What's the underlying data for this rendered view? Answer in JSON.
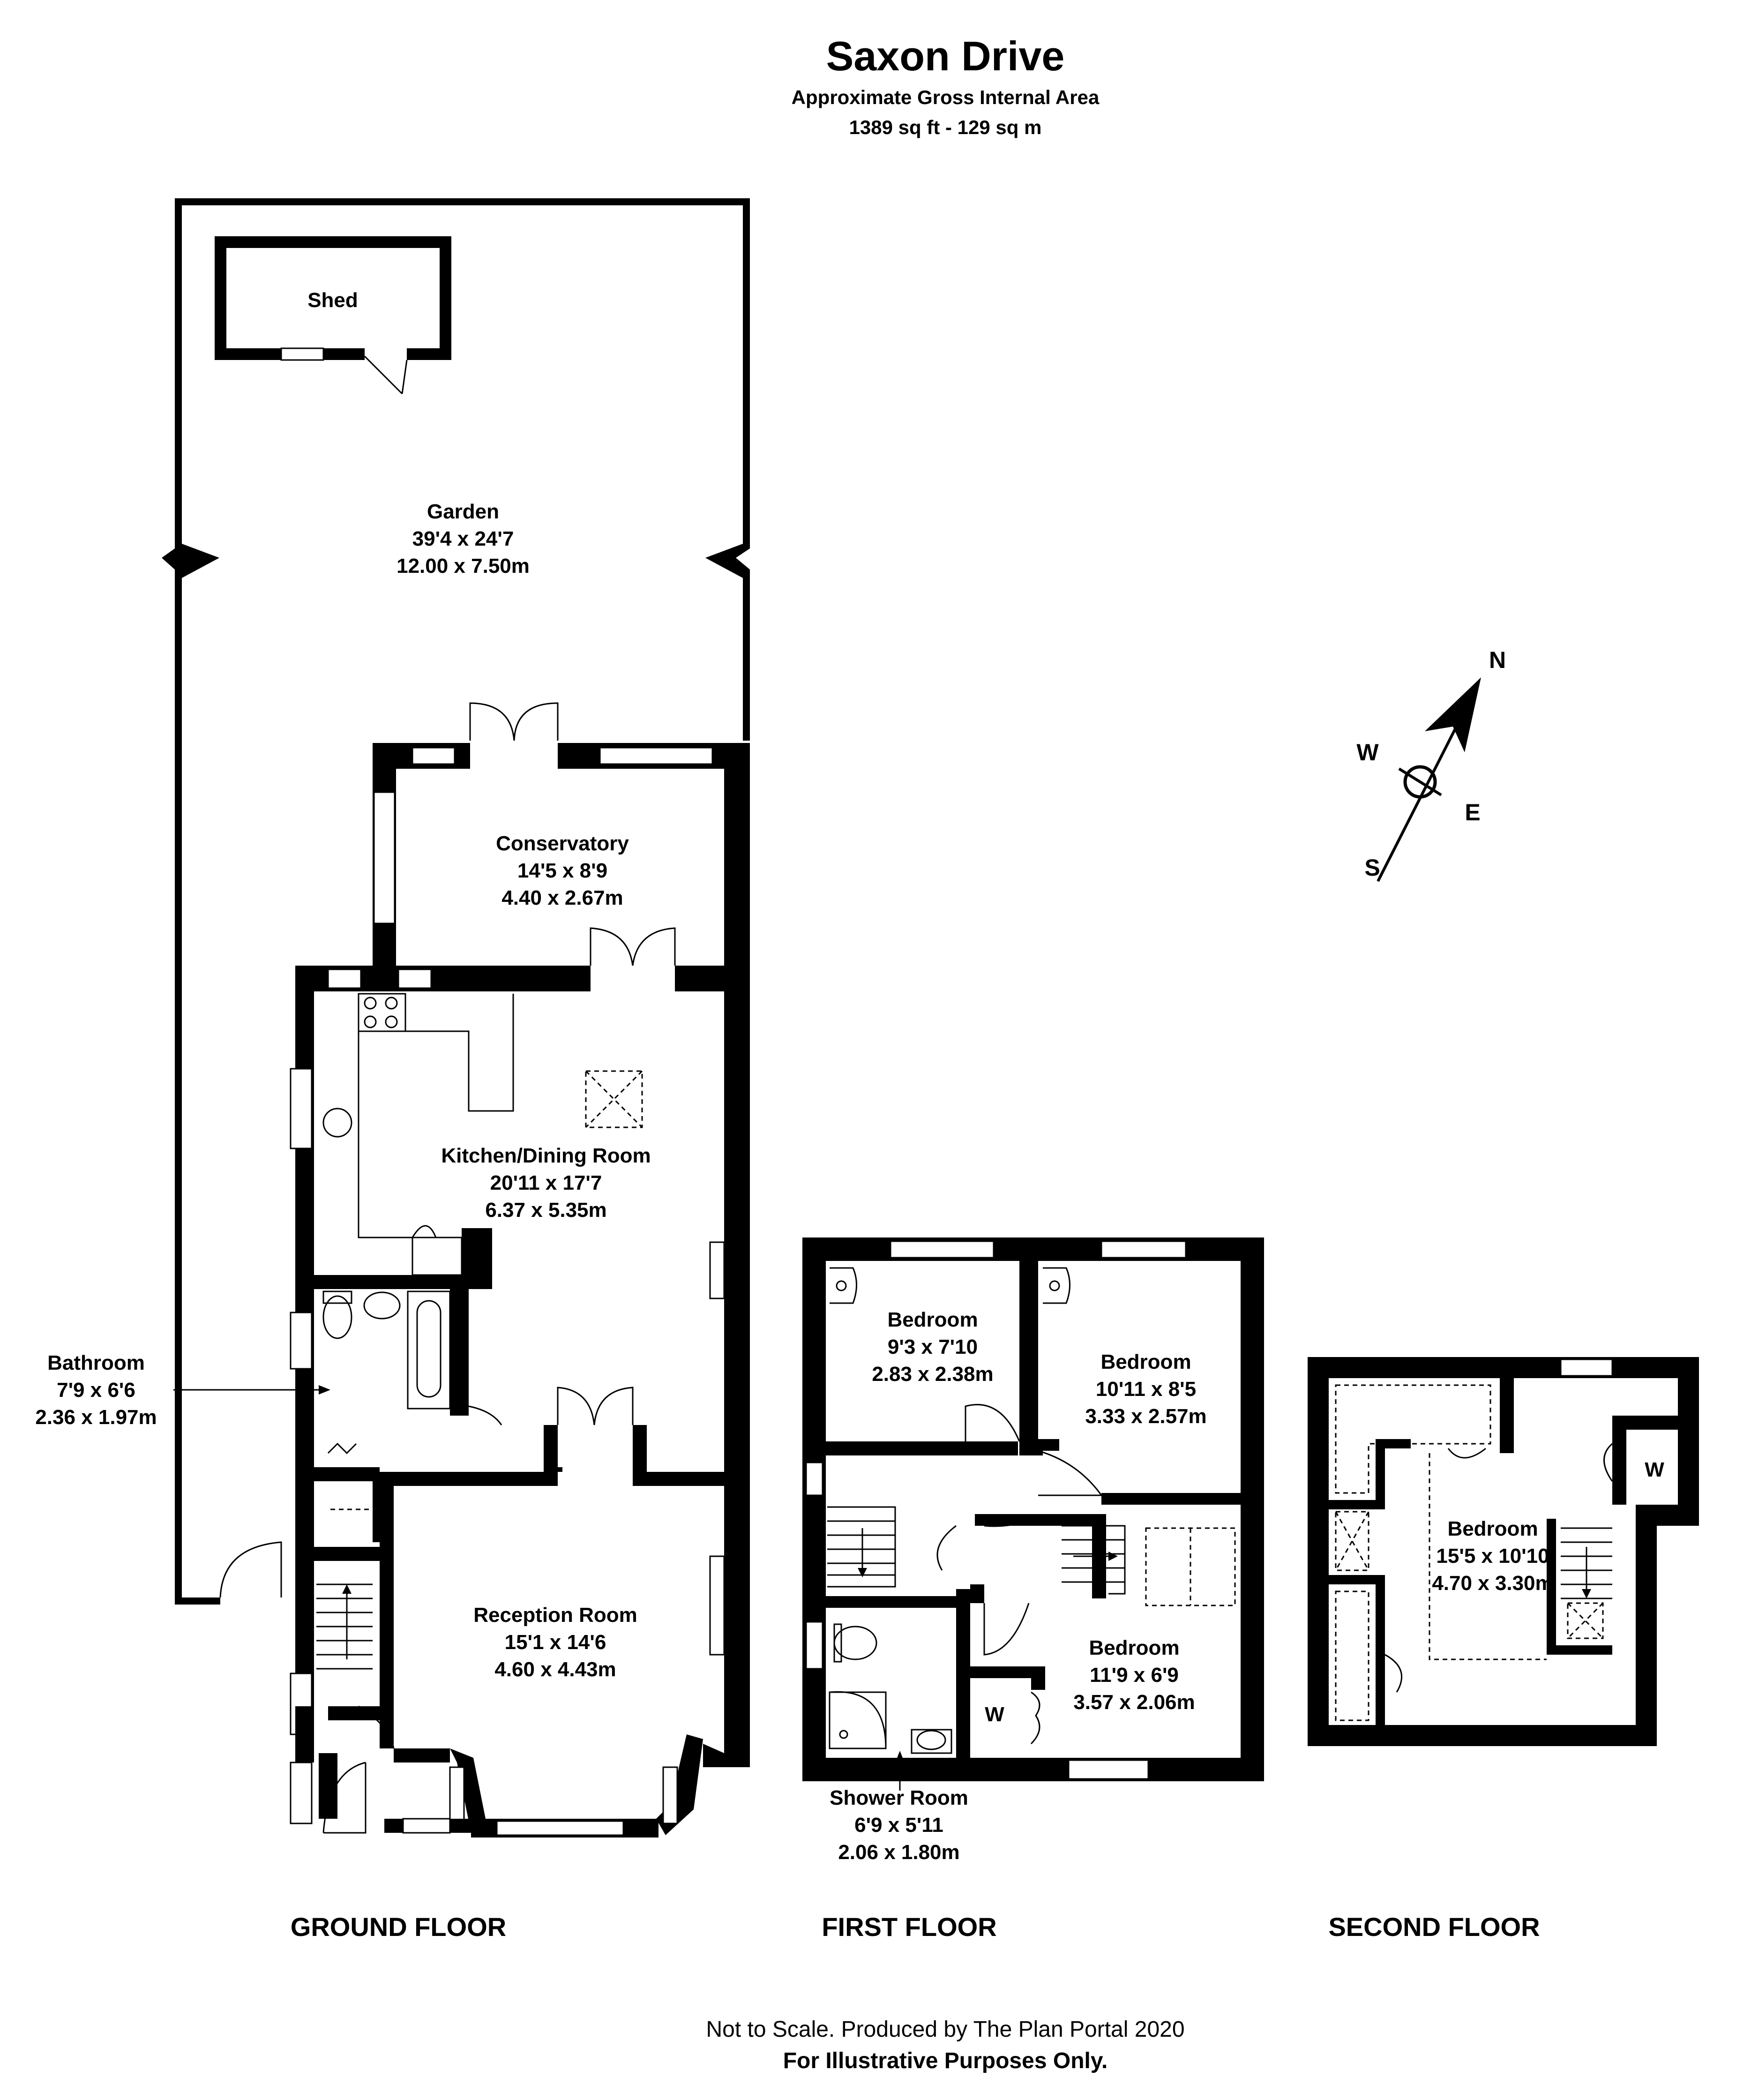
{
  "header": {
    "title": "Saxon Drive",
    "subtitle": "Approximate Gross Internal Area",
    "area": "1389 sq ft - 129 sq m"
  },
  "rooms": {
    "shed": {
      "name": "Shed"
    },
    "garden": {
      "name": "Garden",
      "imperial": "39'4 x 24'7",
      "metric": "12.00 x 7.50m"
    },
    "conservatory": {
      "name": "Conservatory",
      "imperial": "14'5 x 8'9",
      "metric": "4.40 x 2.67m"
    },
    "kitchen": {
      "name": "Kitchen/Dining Room",
      "imperial": "20'11 x 17'7",
      "metric": "6.37 x 5.35m"
    },
    "bathroom": {
      "name": "Bathroom",
      "imperial": "7'9 x 6'6",
      "metric": "2.36 x 1.97m"
    },
    "reception": {
      "name": "Reception Room",
      "imperial": "15'1 x 14'6",
      "metric": "4.60 x 4.43m"
    },
    "bedroom1": {
      "name": "Bedroom",
      "imperial": "9'3 x 7'10",
      "metric": "2.83 x 2.38m"
    },
    "bedroom2": {
      "name": "Bedroom",
      "imperial": "10'11 x 8'5",
      "metric": "3.33 x 2.57m"
    },
    "bedroom3": {
      "name": "Bedroom",
      "imperial": "11'9 x 6'9",
      "metric": "3.57 x 2.06m"
    },
    "shower": {
      "name": "Shower Room",
      "imperial": "6'9 x 5'11",
      "metric": "2.06 x 1.80m"
    },
    "bedroom4": {
      "name": "Bedroom",
      "imperial": "15'5 x 10'10",
      "metric": "4.70 x 3.30m"
    },
    "wardrobe_label": "W"
  },
  "floors": {
    "ground": "GROUND FLOOR",
    "first": "FIRST FLOOR",
    "second": "SECOND FLOOR"
  },
  "compass": {
    "n": "N",
    "s": "S",
    "e": "E",
    "w": "W"
  },
  "footer": {
    "line1": "Not to Scale. Produced by The Plan Portal 2020",
    "line2": "For Illustrative Purposes Only."
  }
}
